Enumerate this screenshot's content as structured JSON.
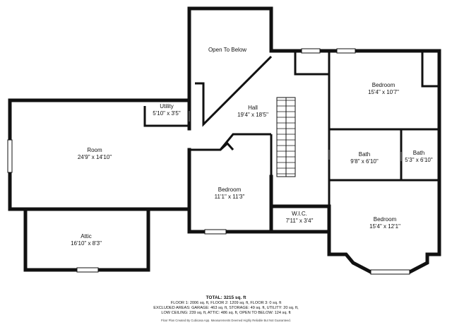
{
  "rooms": [
    {
      "id": "open-to-below",
      "name": "Open To Below",
      "dims": ""
    },
    {
      "id": "hall",
      "name": "Hall",
      "dims": "19'4\" x 18'5\""
    },
    {
      "id": "utility",
      "name": "Utility",
      "dims": "5'10\" x 3'5\""
    },
    {
      "id": "room",
      "name": "Room",
      "dims": "24'9\" x 14'10\""
    },
    {
      "id": "attic",
      "name": "Attic",
      "dims": "16'10\" x 8'3\""
    },
    {
      "id": "bedroom-center",
      "name": "Bedroom",
      "dims": "11'1\" x 11'3\""
    },
    {
      "id": "bedroom-upper-right",
      "name": "Bedroom",
      "dims": "15'4\" x 10'7\""
    },
    {
      "id": "bath-left",
      "name": "Bath",
      "dims": "9'8\" x 6'10\""
    },
    {
      "id": "bath-right",
      "name": "Bath",
      "dims": "5'3\" x 6'10\""
    },
    {
      "id": "wic",
      "name": "W.I.C.",
      "dims": "7'11\" x 3'4\""
    },
    {
      "id": "bedroom-lower-right",
      "name": "Bedroom",
      "dims": "15'4\" x 12'1\""
    }
  ],
  "footer": {
    "total": "TOTAL: 3215 sq. ft",
    "floors": "FLOOR 1: 2006 sq. ft, FLOOR 2: 1209 sq. ft, FLOOR 3: 0 sq. ft",
    "excluded": "EXCLUDED AREAS: GARAGE: 463 sq. ft, STORAGE: 49 sq. ft, UTILITY: 20 sq. ft,",
    "ceiling": "LOW CEILING: 239 sq. ft, ATTIC: 486 sq. ft, OPEN TO BELOW: 124 sq. ft",
    "credit": "Floor Plan Created By Cubicasa App. Measurements Deemed Highly Reliable But Not Guaranteed."
  },
  "colors": {
    "wall": "#111111",
    "background": "#ffffff",
    "window": "#ffffff",
    "door": "#888888"
  }
}
